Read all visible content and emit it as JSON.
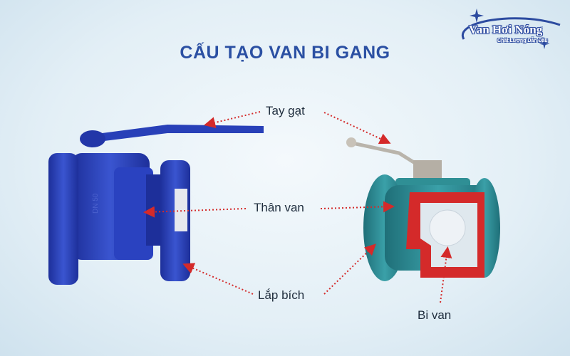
{
  "title": "CẤU TẠO VAN BI GANG",
  "logo": {
    "name": "Van Hơi Nóng",
    "tagline": "Chất Lượng Dẫn Đầu"
  },
  "labels": {
    "handle": "Tay gạt",
    "body": "Thân van",
    "flange": "Lắp bích",
    "ball": "Bi van"
  },
  "colors": {
    "title": "#2b50a3",
    "valve_left": "#2840b8",
    "valve_right": "#2f8f95",
    "cutaway": "#d42a2a",
    "arrow": "#d42a2a"
  }
}
